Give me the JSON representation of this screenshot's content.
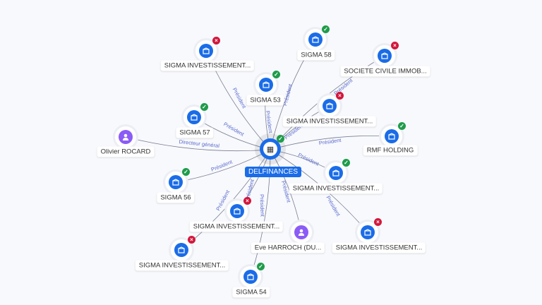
{
  "center": {
    "label": "DELFINANCES",
    "status": "ok",
    "icon": "building-icon"
  },
  "nodes": [
    {
      "label": "SIGMA INVESTISSEMENT...",
      "type": "company",
      "status": "ko",
      "edge": "Président"
    },
    {
      "label": "SIGMA 58",
      "type": "company",
      "status": "ok",
      "edge": "Président"
    },
    {
      "label": "SOCIETE CIVILE IMMOB...",
      "type": "company",
      "status": "ko",
      "edge": "Président"
    },
    {
      "label": "SIGMA 53",
      "type": "company",
      "status": "ok",
      "edge": "Président"
    },
    {
      "label": "SIGMA INVESTISSEMENT...",
      "type": "company",
      "status": "ko",
      "edge": "Président"
    },
    {
      "label": "SIGMA 57",
      "type": "company",
      "status": "ok",
      "edge": "Président"
    },
    {
      "label": "Olivier ROCARD",
      "type": "person",
      "status": "",
      "edge": "Directeur général"
    },
    {
      "label": "RMF HOLDING",
      "type": "company",
      "status": "ok",
      "edge": "Président"
    },
    {
      "label": "SIGMA 56",
      "type": "company",
      "status": "ok",
      "edge": "Président"
    },
    {
      "label": "SIGMA INVESTISSEMENT...",
      "type": "company",
      "status": "ok",
      "edge": "Président"
    },
    {
      "label": "SIGMA INVESTISSEMENT...",
      "type": "company",
      "status": "ko",
      "edge": "Président"
    },
    {
      "label": "Eve HARROCH (DU...",
      "type": "person",
      "status": "",
      "edge": "Président"
    },
    {
      "label": "SIGMA INVESTISSEMENT...",
      "type": "company",
      "status": "ko",
      "edge": "Président"
    },
    {
      "label": "SIGMA INVESTISSEMENT...",
      "type": "company",
      "status": "ko",
      "edge": "Président"
    },
    {
      "label": "SIGMA 54",
      "type": "company",
      "status": "ok",
      "edge": "Président"
    }
  ],
  "colors": {
    "company": "#1a6ce8",
    "person": "#8b5cf6",
    "ok": "#1e9c4a",
    "ko": "#d3173c",
    "edge_label": "#5b6ccf"
  }
}
